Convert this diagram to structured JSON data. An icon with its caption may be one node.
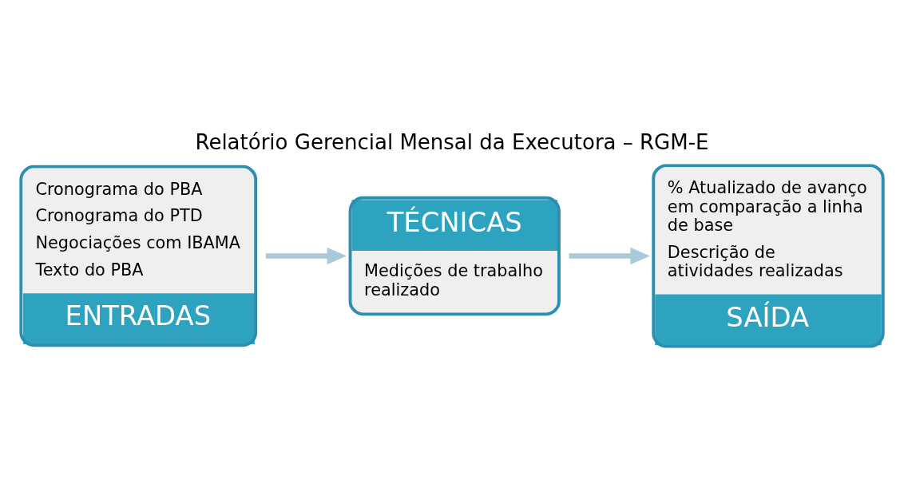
{
  "diagram": {
    "title": "Relatório Gerencial Mensal da Executora – RGM-E",
    "nodes": [
      {
        "text": [
          "Cronograma do PBA",
          "Cronograma do PTD",
          "Negociações com IBAMA",
          "Texto do PBA",
          "ENTRADAS"
        ]
      },
      {
        "text": [
          "TÉCNICAS",
          "Medições de trabalho realizado"
        ]
      },
      {
        "text": [
          "% Atualizado de avanço em comparação a linha de base",
          "Descrição de atividades realizadas",
          "SAÍDA"
        ]
      }
    ],
    "edges": [
      {
        "from": 0,
        "to": 1,
        "arrow": "to"
      },
      {
        "from": 1,
        "to": 2,
        "arrow": "to"
      }
    ]
  }
}
